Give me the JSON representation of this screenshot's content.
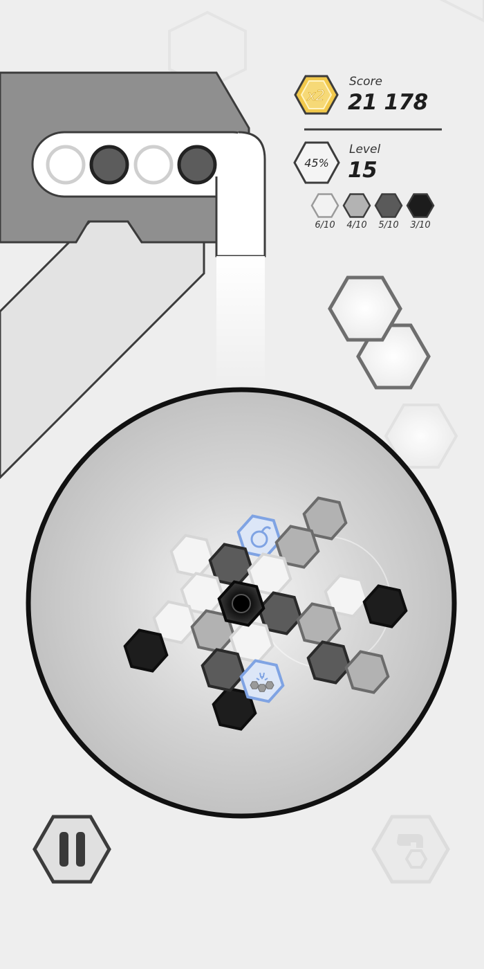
{
  "hud": {
    "multiplier_label": "x2",
    "score_label": "Score",
    "score_value": "21 178",
    "progress_label": "45%",
    "level_label": "Level",
    "level_value": "15",
    "progress_fraction": 0.45
  },
  "color_goals": [
    {
      "color": "#f2f2f2",
      "count": "6/10"
    },
    {
      "color": "#b3b3b3",
      "count": "4/10"
    },
    {
      "color": "#5a5a5a",
      "count": "5/10"
    },
    {
      "color": "#1c1c1c",
      "count": "3/10"
    }
  ],
  "queue_balls": [
    "white",
    "dark",
    "white",
    "dark"
  ],
  "next_pieces": [
    "white",
    "white",
    "white-faded"
  ],
  "board": {
    "center_tile": "black-hole",
    "tiles": [
      {
        "color": "gray",
        "icon": ""
      },
      {
        "color": "blue-special",
        "icon": "bomb-icon"
      },
      {
        "color": "gray",
        "icon": ""
      },
      {
        "color": "white",
        "icon": ""
      },
      {
        "color": "dark",
        "icon": ""
      },
      {
        "color": "white",
        "icon": ""
      },
      {
        "color": "white",
        "icon": ""
      },
      {
        "color": "white",
        "icon": ""
      },
      {
        "color": "black",
        "icon": ""
      },
      {
        "color": "white",
        "icon": ""
      },
      {
        "color": "dark",
        "icon": ""
      },
      {
        "color": "gray",
        "icon": ""
      },
      {
        "color": "black",
        "icon": ""
      },
      {
        "color": "black",
        "icon": ""
      },
      {
        "color": "gray",
        "icon": ""
      },
      {
        "color": "white",
        "icon": ""
      },
      {
        "color": "dark",
        "icon": ""
      },
      {
        "color": "gray",
        "icon": ""
      },
      {
        "color": "dark",
        "icon": ""
      },
      {
        "color": "blue-special",
        "icon": "shatter-icon"
      },
      {
        "color": "black",
        "icon": ""
      }
    ]
  },
  "controls": {
    "pause": "pause-icon",
    "hammer": "hammer-icon"
  },
  "colors": {
    "white": "#f4f4f4",
    "gray": "#b2b2b2",
    "dark": "#5b5b5b",
    "black": "#1d1d1d",
    "special": "#dce6f7",
    "special_border": "#7fa3e3",
    "gold": "#f2c94c"
  }
}
